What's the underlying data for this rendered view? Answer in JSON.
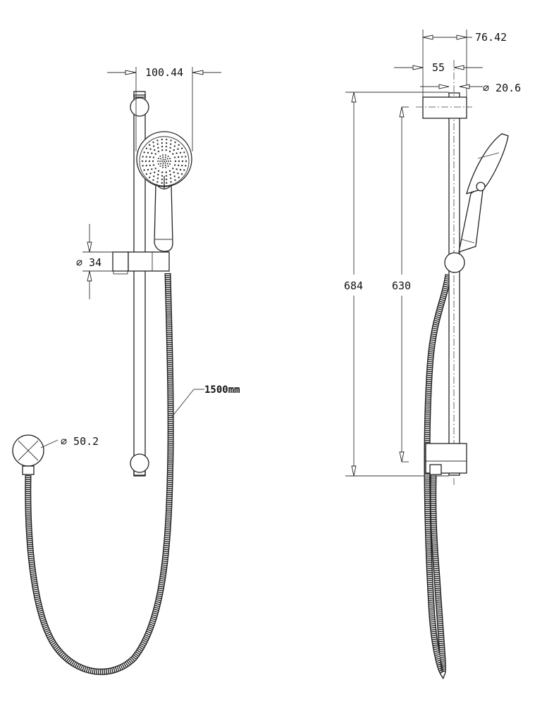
{
  "front_view": {
    "head_width_label": "100.44",
    "slider_diameter_label": "∅ 34",
    "hose_length_label": "1500mm",
    "wall_outlet_diameter_label": "∅ 50.2"
  },
  "side_view": {
    "bracket_depth_label": "76.42",
    "rail_offset_label": "55",
    "rail_diameter_label": "∅ 20.6",
    "overall_height_label": "684",
    "bracket_centres_label": "630"
  }
}
